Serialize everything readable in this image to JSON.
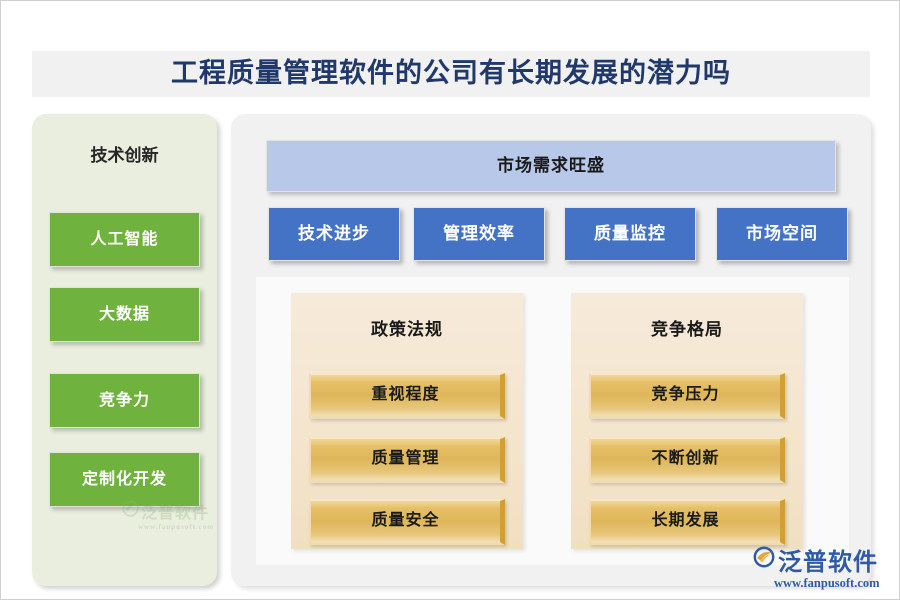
{
  "title": "工程质量管理软件的公司有长期发展的潜力吗",
  "colors": {
    "title_text": "#20386b",
    "title_band": "#f1f1f1",
    "sidebar_bg": "#eaeede",
    "green": "#6fb33e",
    "blue": "#4472c4",
    "lavender": "#b8c8e9",
    "gold_panel": "#f4e5cd",
    "gold_box": "#dfb659",
    "panel_bg": "#f1f1f1",
    "gold_region_bg": "#fafafa",
    "watermark_blue": "#2e5aa8",
    "watermark_orange": "#e8a33d"
  },
  "sidebar": {
    "title": "技术创新",
    "items": [
      {
        "label": "人工智能"
      },
      {
        "label": "大数据"
      },
      {
        "label": "竞争力"
      },
      {
        "label": "定制化开发"
      }
    ]
  },
  "main": {
    "market_bar": {
      "label": "市场需求旺盛"
    },
    "factors": [
      {
        "label": "技术进步"
      },
      {
        "label": "管理效率"
      },
      {
        "label": "质量监控"
      },
      {
        "label": "市场空间"
      }
    ],
    "panels": [
      {
        "title": "政策法规",
        "items": [
          {
            "label": "重视程度"
          },
          {
            "label": "质量管理"
          },
          {
            "label": "质量安全"
          }
        ]
      },
      {
        "title": "竞争格局",
        "items": [
          {
            "label": "竞争压力"
          },
          {
            "label": "不断创新"
          },
          {
            "label": "长期发展"
          }
        ]
      }
    ]
  },
  "watermark": {
    "name": "泛普软件",
    "url": "www.fanpusoft.com"
  }
}
